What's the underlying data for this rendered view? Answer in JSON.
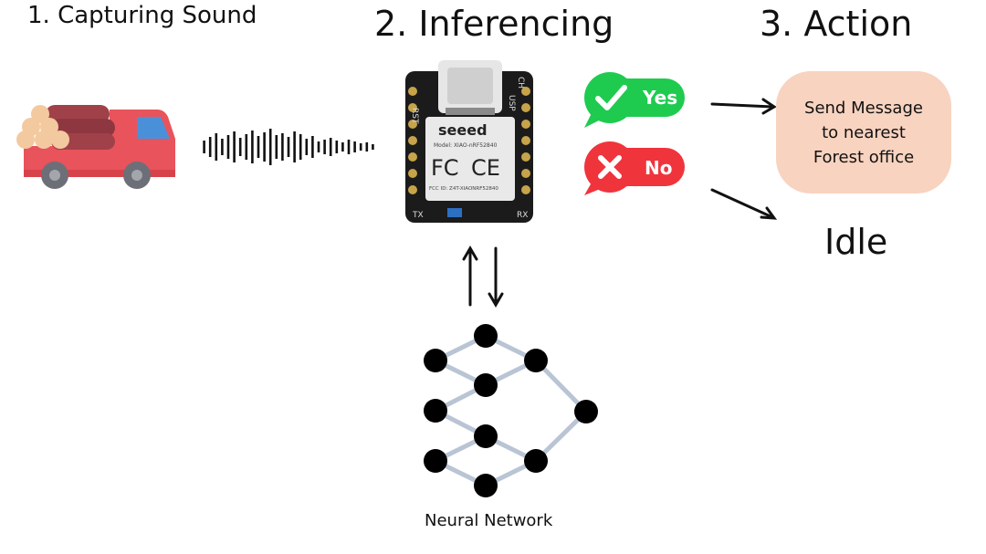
{
  "steps": {
    "capture": "1. Capturing Sound",
    "inference": "2. Inferencing",
    "action": "3. Action"
  },
  "board": {
    "brand": "seeed",
    "model": "Model: XIAO-nRF52840",
    "fcc_mark": "FC",
    "ce_mark": "CE",
    "fcc_id": "FCC ID: Z4T-XIAONRF52840",
    "pins": {
      "rst": "RST",
      "usp": "USP",
      "ch": "CH",
      "tx": "TX",
      "rx": "RX"
    }
  },
  "decisions": {
    "yes": {
      "label": "Yes",
      "color": "#1fcb4f"
    },
    "no": {
      "label": "No",
      "color": "#f0343c"
    }
  },
  "action": {
    "message": "Send Message\nto nearest\nForest office",
    "message_bg": "#f8d3c0",
    "idle": "Idle"
  },
  "neural_network": {
    "caption": "Neural Network"
  },
  "icons": [
    "log-truck-icon",
    "sound-wave-icon",
    "check-icon",
    "cross-icon",
    "bidirectional-arrows-icon",
    "neural-network-icon"
  ]
}
